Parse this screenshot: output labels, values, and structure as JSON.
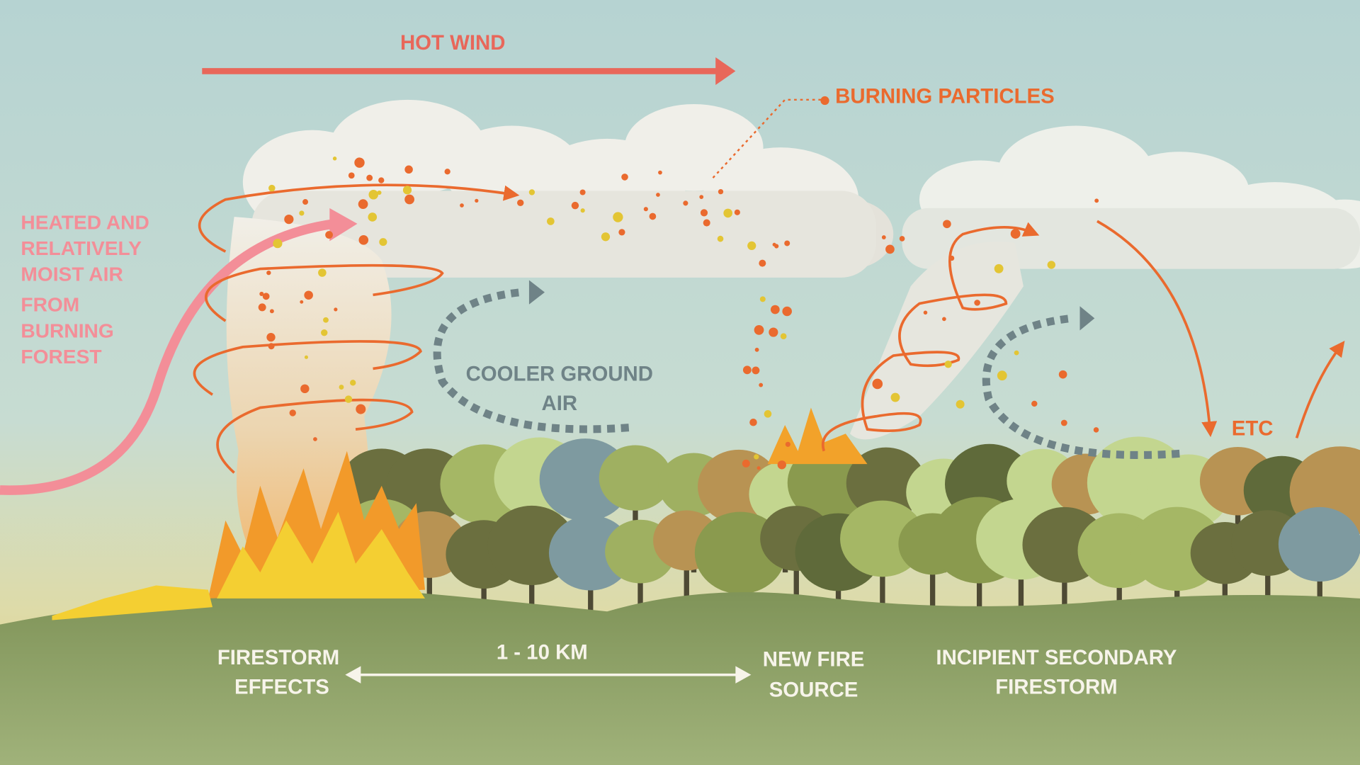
{
  "labels": {
    "hot_wind": "HOT WIND",
    "burning_particles": "BURNING PARTICLES",
    "heated_air": [
      "HEATED AND",
      "RELATIVELY",
      "MOIST AIR",
      "FROM",
      "BURNING",
      "FOREST"
    ],
    "cooler_air": [
      "COOLER GROUND",
      "AIR"
    ],
    "etc": "ETC",
    "firestorm_effects": [
      "FIRESTORM",
      "EFFECTS"
    ],
    "distance": "1 - 10 KM",
    "new_fire_source": [
      "NEW FIRE",
      "SOURCE"
    ],
    "secondary_firestorm": [
      "INCIPIENT SECONDARY",
      "FIRESTORM"
    ]
  },
  "colors": {
    "sky_top": "#b6d3d2",
    "sky_bottom": "#d9d7a6",
    "hot_wind": "#e8675a",
    "particles": "#ea6a2e",
    "particles_yellow": "#e3c534",
    "moist_air": "#f38e98",
    "cooler_air": "#6f8387",
    "ground": "#8a9e5f",
    "fire": "#f2a22a"
  }
}
